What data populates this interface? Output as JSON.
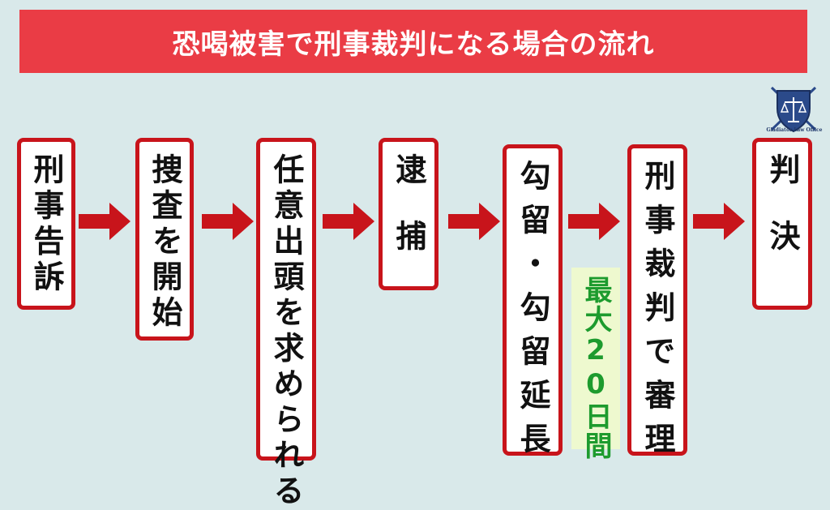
{
  "title": "恐喝被害で刑事裁判になる場合の流れ",
  "steps": [
    {
      "label": "刑事告訴"
    },
    {
      "label": "捜査を開始"
    },
    {
      "label": "任意出頭を求められる"
    },
    {
      "label": "逮捕"
    },
    {
      "label": "勾留・勾留延長"
    },
    {
      "label": "刑事裁判で審理"
    },
    {
      "label": "判決"
    }
  ],
  "note": "最大20日間",
  "logo_text": "Gladiator Law Office",
  "colors": {
    "background": "#d9e9ea",
    "title_bg": "#ea3c45",
    "box_border": "#c8141b",
    "arrow": "#c8141b",
    "note_text": "#1d9b2e",
    "note_bg": "#eef9cf"
  }
}
